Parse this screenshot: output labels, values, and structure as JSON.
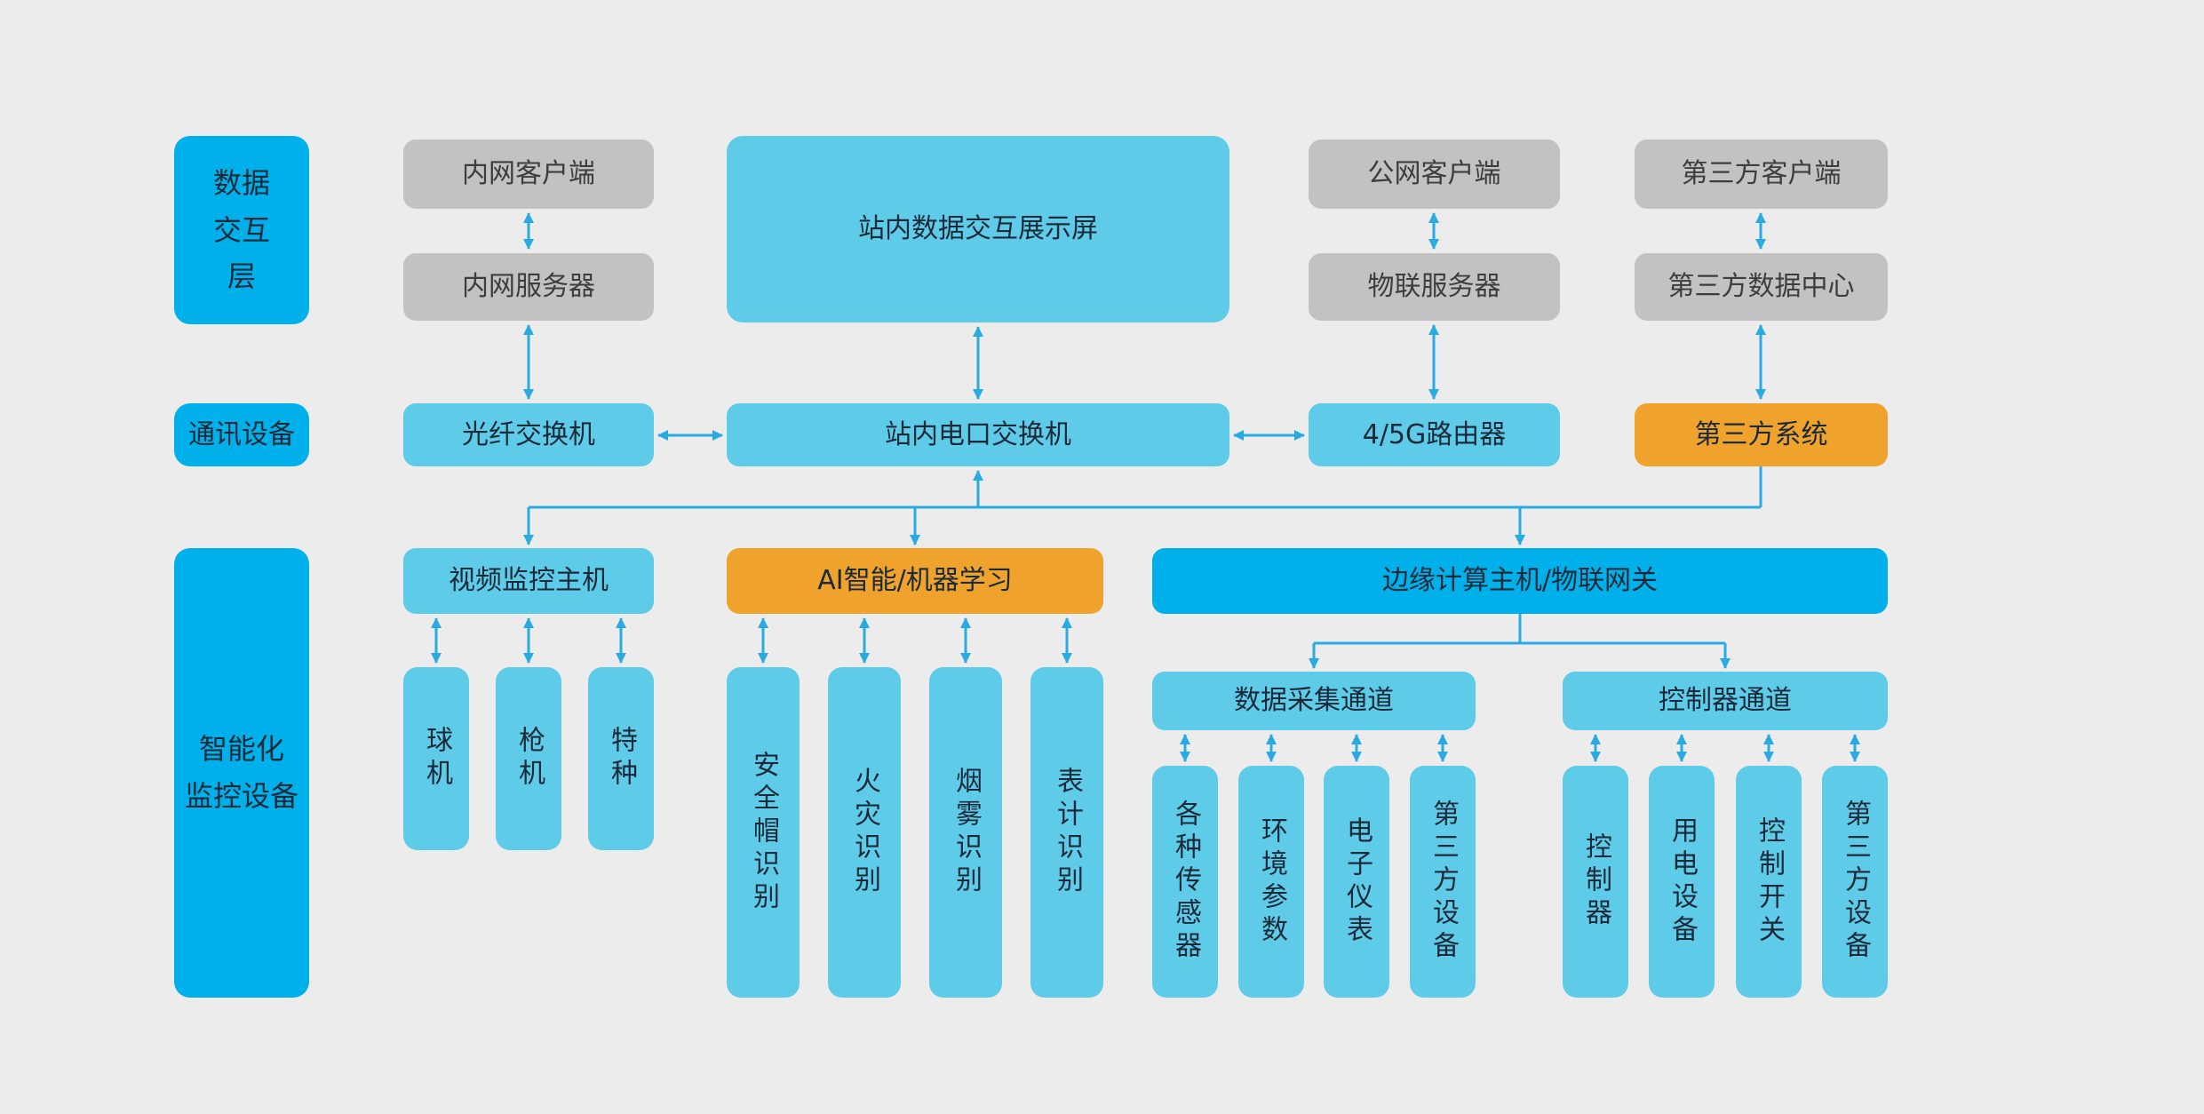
{
  "colors": {
    "background": "#ececec",
    "cyan": "#5ecbe9",
    "blue": "#00b0ea",
    "gray": "#c2c2c2",
    "orange": "#f0a32c",
    "arrow": "#29abe2",
    "text": "#1b2a38"
  },
  "layer_labels": {
    "data_exchange": "数据\n交互\n层",
    "communication": "通讯设备",
    "monitoring": "智能化\n监控设备"
  },
  "top": {
    "intranet_client": "内网客户端",
    "intranet_server": "内网服务器",
    "display_screen": "站内数据交互展示屏",
    "public_client": "公网客户端",
    "iot_server": "物联服务器",
    "third_party_client": "第三方客户端",
    "third_party_datacenter": "第三方数据中心"
  },
  "comm": {
    "fiber_switch": "光纤交换机",
    "station_switch": "站内电口交换机",
    "router": "4/5G路由器",
    "third_party_system": "第三方系统"
  },
  "hosts": {
    "video": "视频监控主机",
    "ai": "AI智能/机器学习",
    "edge": "边缘计算主机/物联网关"
  },
  "video_devices": [
    "球机",
    "枪机",
    "特种"
  ],
  "ai_functions": [
    "安全帽识别",
    "火灾识别",
    "烟雾识别",
    "表计识别"
  ],
  "channels": {
    "data": "数据采集通道",
    "control": "控制器通道"
  },
  "data_devices": [
    "各种传感器",
    "环境参数",
    "电子仪表",
    "第三方设备"
  ],
  "control_devices": [
    "控制器",
    "用电设备",
    "控制开关",
    "第三方设备"
  ]
}
